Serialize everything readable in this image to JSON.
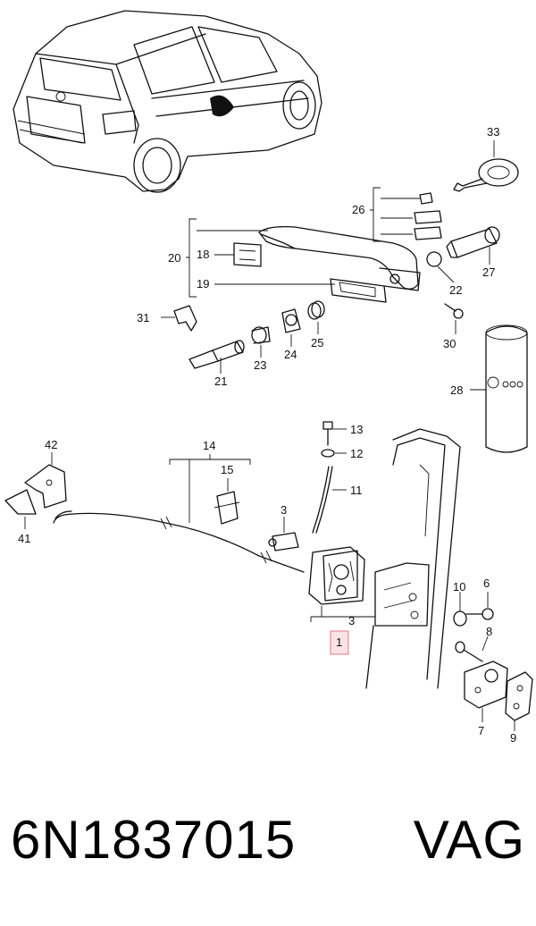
{
  "footer": {
    "part_number": "6N1837015",
    "brand": "VAG"
  },
  "callouts": {
    "c1": "1",
    "c3a": "3",
    "c3b": "3",
    "c6": "6",
    "c7": "7",
    "c8": "8",
    "c9": "9",
    "c10": "10",
    "c11": "11",
    "c12": "12",
    "c13": "13",
    "c14": "14",
    "c15": "15",
    "c18": "18",
    "c19": "19",
    "c20": "20",
    "c21": "21",
    "c22": "22",
    "c23": "23",
    "c24": "24",
    "c25": "25",
    "c26": "26",
    "c27": "27",
    "c28": "28",
    "c30": "30",
    "c31": "31",
    "c33": "33",
    "c41": "41",
    "c42": "42"
  },
  "colors": {
    "highlight_fill": "#fde3e6",
    "highlight_border": "#e07a88",
    "line": "#111111"
  }
}
